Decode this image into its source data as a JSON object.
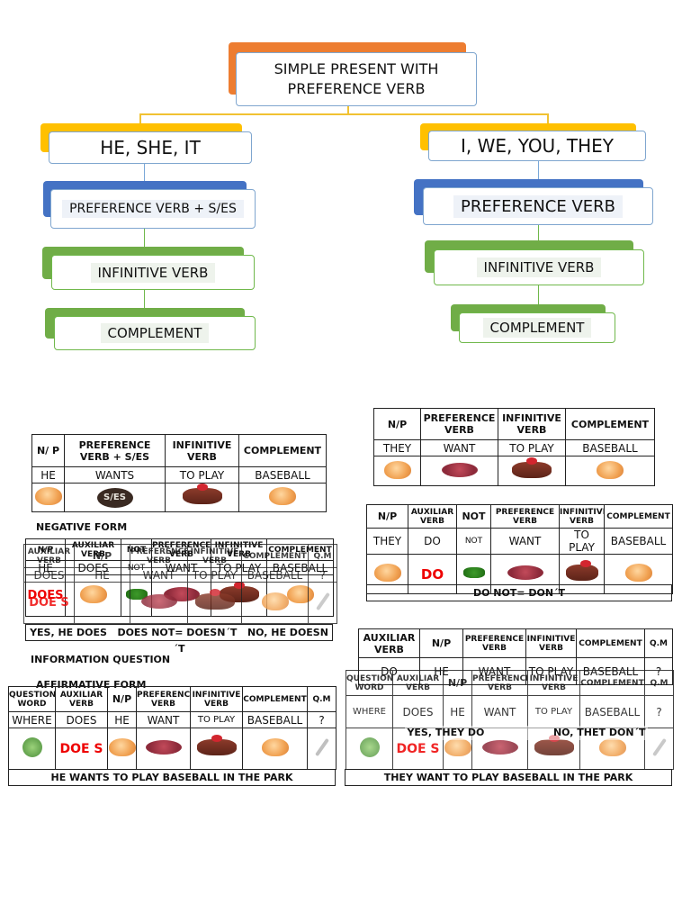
{
  "mindmap": {
    "title": "SIMPLE PRESENT WITH PREFERENCE VERB",
    "left": {
      "subject": "HE, SHE, IT",
      "verb": "PREFERENCE VERB + S/ES",
      "infinitive": "INFINITIVE VERB",
      "complement": "COMPLEMENT"
    },
    "right": {
      "subject": "I, WE, YOU, THEY",
      "verb": "PREFERENCE VERB",
      "infinitive": "INFINITIVE VERB",
      "complement": "COMPLEMENT"
    },
    "colors": {
      "orange": "#ed7d31",
      "yellow": "#ffc000",
      "blue": "#4472c4",
      "green": "#70ad47"
    }
  },
  "affirm_he": {
    "headers": [
      "N/ P",
      "PREFERENCE VERB + S/ES",
      "INFINITIVE VERB",
      "COMPLEMENT"
    ],
    "row": [
      "HE",
      "WANTS",
      "TO PLAY",
      "BASEBALL"
    ],
    "icon_ses": "S/ES"
  },
  "affirm_they": {
    "headers": [
      "N/P",
      "PREFERENCE VERB",
      "INFINITIVE VERB",
      "COMPLEMENT"
    ],
    "row": [
      "THEY",
      "WANT",
      "TO PLAY",
      "BASEBALL"
    ]
  },
  "negative_label": "NEGATIVE FORM",
  "negative_he": {
    "headers": [
      "N/P",
      "AUXILIAR VERB",
      "NOT",
      "PREFERENCE VERB",
      "INFINITIVE VERB",
      "COMPLEMENT"
    ],
    "row": [
      "HE",
      "DOES",
      "NOT",
      "WANT",
      "TO PLAY",
      "BASEBALL"
    ],
    "icon": "DOES",
    "footer": "DOES NOT= DOESN´T"
  },
  "question_he_overlap": {
    "headers": [
      "AUXILIAR VERB",
      "N/P",
      "PREFERENCE VERB",
      "INFINITIVE VERB",
      "COMPLEMENT",
      "Q.M"
    ],
    "row": [
      "DOES",
      "HE",
      "WANT",
      "TO PLAY",
      "BASEBALL",
      "?"
    ],
    "icon": "DOE S",
    "footer_yes": "YES, HE DOES",
    "footer_no": "NO, HE DOESN´T"
  },
  "negative_they": {
    "headers": [
      "N/P",
      "AUXILIAR VERB",
      "NOT",
      "PREFERENCE VERB",
      "INFINITIVE VERB",
      "COMPLEMENT"
    ],
    "row": [
      "THEY",
      "DO",
      "NOT",
      "WANT",
      "TO PLAY",
      "BASEBALL"
    ],
    "icon": "DO",
    "footer": "DO NOT= DON´T"
  },
  "question_they": {
    "headers": [
      "AUXILIAR VERB",
      "N/P",
      "PREFERENCE VERB",
      "INFINITIVE VERB",
      "COMPLEMENT",
      "Q.M"
    ],
    "row": [
      "DO",
      "HE",
      "WANT",
      "TO PLAY",
      "BASEBALL",
      "?"
    ],
    "footer_yes": "YES, THEY DO",
    "footer_no": "NO, THET DON´T"
  },
  "info_label": "INFORMATION QUESTION",
  "affirm_label": "AFFIRMATIVE FORM",
  "info_he": {
    "headers": [
      "QUESTION WORD",
      "AUXILIAR VERB",
      "N/P",
      "PREFERENCE VERB",
      "INFINITIVE VERB",
      "COMPLEMENT",
      "Q.M"
    ],
    "row": [
      "WHERE",
      "DOES",
      "HE",
      "WANT",
      "TO PLAY",
      "BASEBALL",
      "?"
    ],
    "icon": "DOE S",
    "footer": "HE WANTS TO PLAY BASEBALL IN THE PARK"
  },
  "info_they": {
    "headers": [
      "QUESTION WORD",
      "AUXILIAR VERB",
      "N/P",
      "PREFERENCE VERB",
      "INFINITIVE VERB",
      "COMPLEMENT",
      "Q.M"
    ],
    "row": [
      "WHERE",
      "DOES",
      "HE",
      "WANT",
      "TO PLAY",
      "BASEBALL",
      "?"
    ],
    "icon": "DOE S",
    "footer": "THEY WANT TO PLAY BASEBALL IN THE PARK"
  }
}
